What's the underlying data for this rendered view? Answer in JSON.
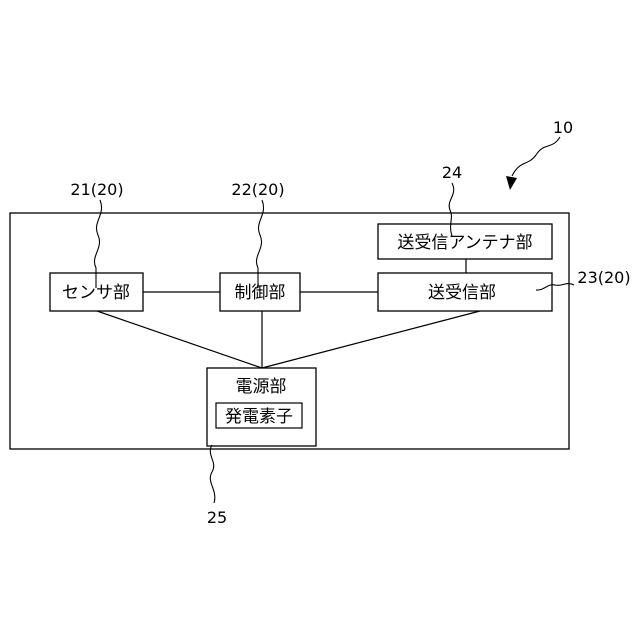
{
  "diagram": {
    "device_ref": "10",
    "blocks": {
      "sensor": {
        "label": "センサ部",
        "ref": "21(20)"
      },
      "control": {
        "label": "制御部",
        "ref": "22(20)"
      },
      "transceiver": {
        "label": "送受信部",
        "ref": "23(20)"
      },
      "antenna": {
        "label": "送受信アンテナ部",
        "ref": "24"
      },
      "power": {
        "label": "電源部",
        "ref": "25"
      },
      "generator": {
        "label": "発電素子"
      }
    }
  }
}
